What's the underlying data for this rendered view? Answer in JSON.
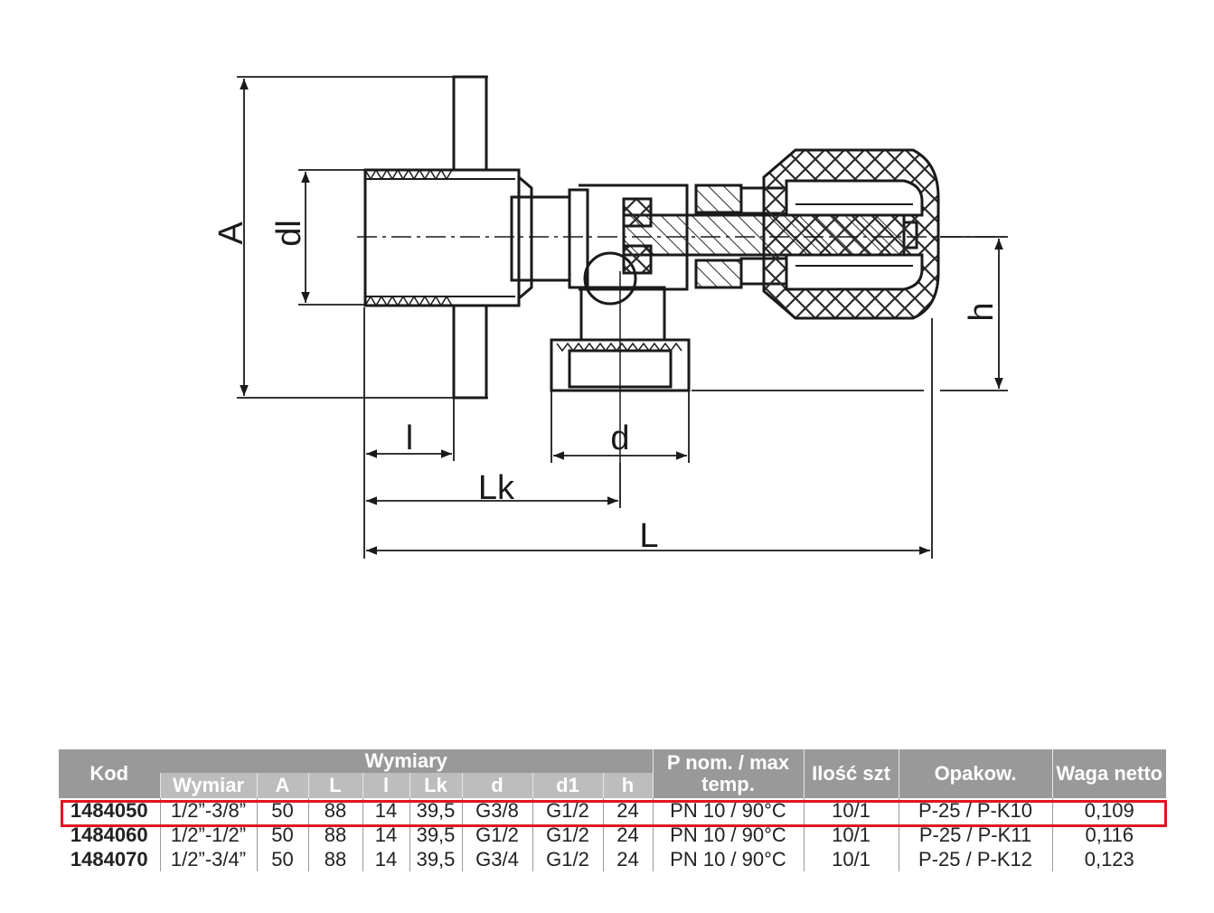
{
  "drawing": {
    "labels": {
      "A": "A",
      "dl": "dl",
      "h": "h",
      "l": "l",
      "d": "d",
      "Lk": "Lk",
      "L": "L"
    },
    "colors": {
      "line": "#1a1a1a",
      "hatch": "#2a2a2a"
    }
  },
  "table": {
    "headers": {
      "kod": "Kod",
      "wymiary": "Wymiary",
      "p_nom": "P nom. / max temp.",
      "ilosc": "Ilość szt",
      "opakow": "Opakow.",
      "waga": "Waga netto"
    },
    "subheaders": [
      "Wymiar",
      "A",
      "L",
      "l",
      "Lk",
      "d",
      "d1",
      "h"
    ],
    "rows": [
      {
        "kod": "1484050",
        "wymiar": "1/2”-3/8”",
        "A": "50",
        "L": "88",
        "l": "14",
        "Lk": "39,5",
        "d": "G3/8",
        "d1": "G1/2",
        "h": "24",
        "p_nom": "PN 10 / 90°C",
        "ilosc": "10/1",
        "opakow": "P-25 / P-K10",
        "waga": "0,109"
      },
      {
        "kod": "1484060",
        "wymiar": "1/2”-1/2”",
        "A": "50",
        "L": "88",
        "l": "14",
        "Lk": "39,5",
        "d": "G1/2",
        "d1": "G1/2",
        "h": "24",
        "p_nom": "PN 10 / 90°C",
        "ilosc": "10/1",
        "opakow": "P-25 / P-K11",
        "waga": "0,116"
      },
      {
        "kod": "1484070",
        "wymiar": "1/2”-3/4”",
        "A": "50",
        "L": "88",
        "l": "14",
        "Lk": "39,5",
        "d": "G3/4",
        "d1": "G1/2",
        "h": "24",
        "p_nom": "PN 10 / 90°C",
        "ilosc": "10/1",
        "opakow": "P-25 / P-K12",
        "waga": "0,123"
      }
    ],
    "colors": {
      "header_dark": "#999999",
      "header_light": "#bdbdbd",
      "highlight": "#e0141e"
    }
  }
}
